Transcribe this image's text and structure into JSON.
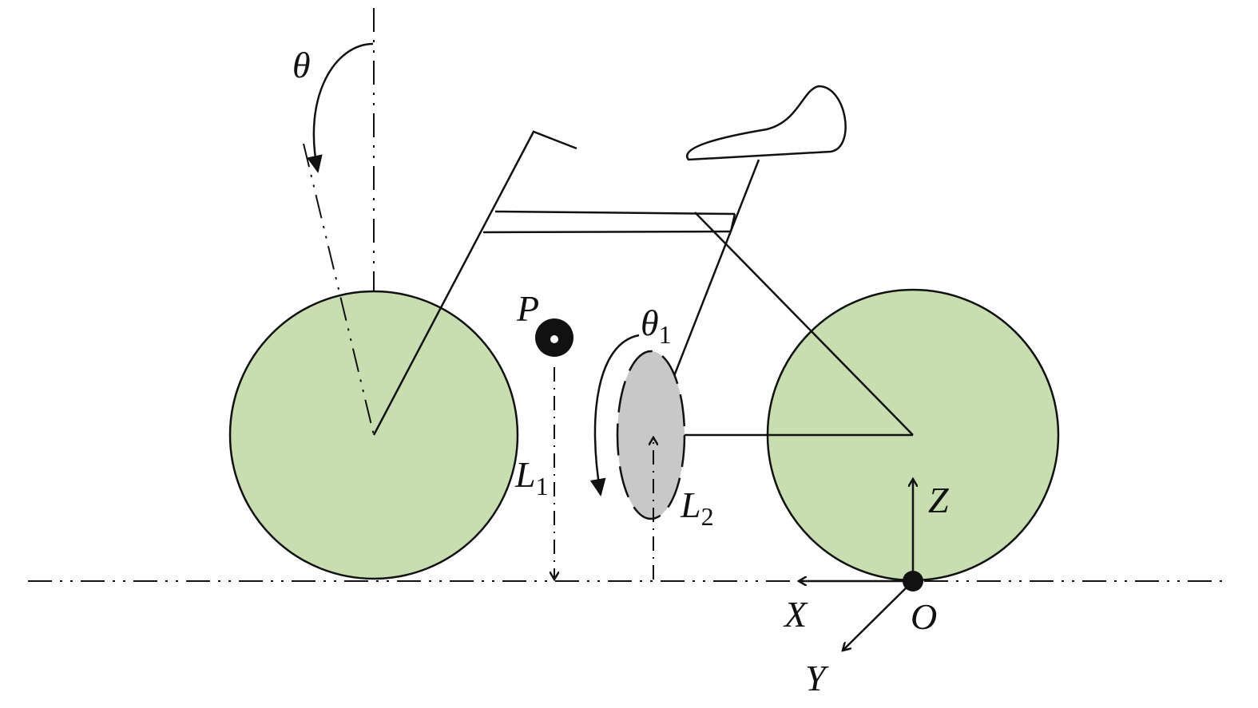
{
  "labels": {
    "theta": "θ",
    "point_p": "P",
    "theta1_main": "θ",
    "theta1_sub": "1",
    "l1_main": "L",
    "l1_sub": "1",
    "l2_main": "L",
    "l2_sub": "2",
    "axis_z": "Z",
    "axis_x": "X",
    "axis_y": "Y",
    "origin": "O"
  },
  "colors": {
    "wheel_fill": "#c9deb0",
    "flywheel_fill": "#c8c8c8",
    "stroke": "#111111"
  }
}
